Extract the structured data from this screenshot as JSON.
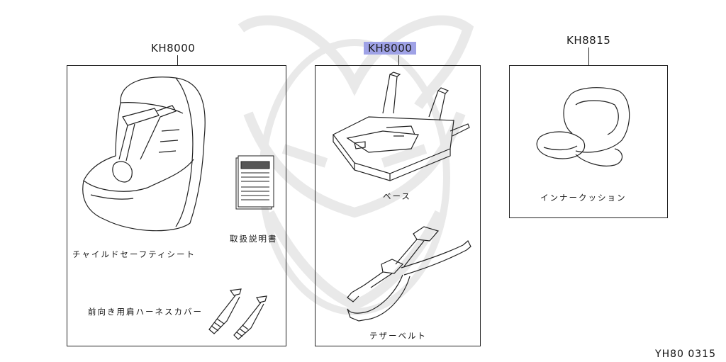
{
  "parts": [
    {
      "code": "KH8000",
      "highlighted": false,
      "labels": {
        "child_seat": "チャイルドセーフティシート",
        "manual": "取扱説明書",
        "harness_cover": "前向き用肩ハーネスカバー"
      }
    },
    {
      "code": "KH8000",
      "highlighted": true,
      "labels": {
        "base": "ベース",
        "belt": "テザーベルト"
      }
    },
    {
      "code": "KH8815",
      "highlighted": false,
      "labels": {
        "cushion": "インナークッション"
      }
    }
  ],
  "diagram_id": "YH80 0315",
  "colors": {
    "highlight": "#9fa2e6",
    "line": "#222222",
    "watermark": "#e6e6e6"
  }
}
